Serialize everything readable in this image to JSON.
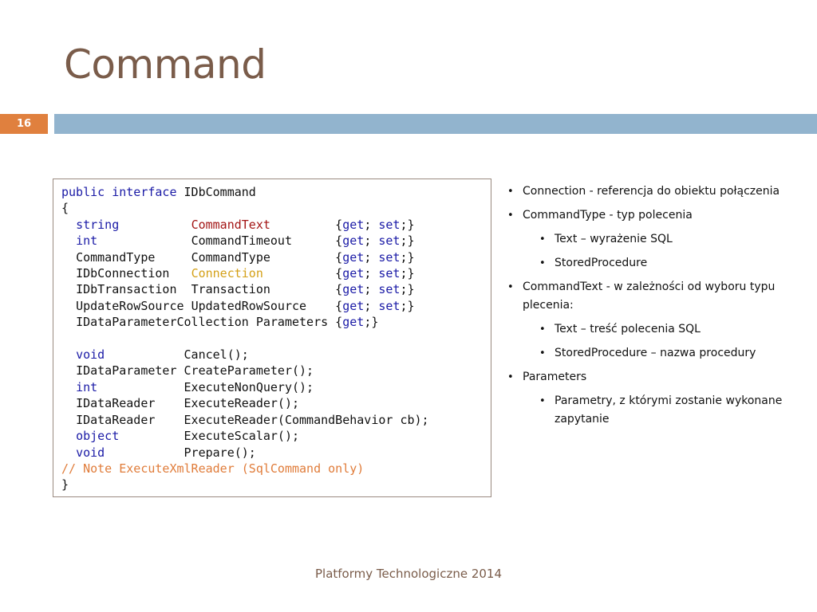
{
  "slide": {
    "title": "Command",
    "number": "16",
    "footer": "Platformy Technologiczne 2014"
  },
  "code": {
    "line1_kw": "public interface",
    "line1_rest": " IDbCommand",
    "open_brace": "{",
    "kw_string": "string",
    "member_commandtext": "CommandText",
    "kw_int": "int",
    "member_commandtimeout": "CommandTimeout",
    "type_commandtype": "CommandType",
    "member_commandtype": "CommandType",
    "type_idbconnection": "IDbConnection",
    "member_connection": "Connection",
    "type_idbtransaction": "IDbTransaction",
    "member_transaction": "Transaction",
    "type_updaterowsource": "UpdateRowSource",
    "member_updatedrowsource": "UpdatedRowSource",
    "type_idataparametercollection": "IDataParameterCollection",
    "member_parameters": "Parameters",
    "get": "get",
    "set": "set",
    "kw_void": "void",
    "m_cancel": "Cancel();",
    "type_idataparameter": "IDataParameter",
    "m_createparameter": "CreateParameter();",
    "m_executenonquery": "ExecuteNonQuery();",
    "type_idatareader": "IDataReader",
    "m_executereader": "ExecuteReader();",
    "m_executereader_cb": "ExecuteReader(CommandBehavior cb);",
    "kw_object": "object",
    "m_executescalar": "ExecuteScalar();",
    "m_prepare": "Prepare();",
    "comment": "// Note ExecuteXmlReader (SqlCommand only)",
    "close_brace": "}"
  },
  "bullets": [
    {
      "text": "Connection  - referencja do obiektu połączenia"
    },
    {
      "text": "CommandType - typ polecenia"
    },
    {
      "text": "Text – wyrażenie SQL"
    },
    {
      "text": "StoredProcedure"
    },
    {
      "text": "CommandText  - w zależności od wyboru typu plecenia:"
    },
    {
      "text": "Text – treść polecenia SQL"
    },
    {
      "text": "StoredProcedure – nazwa procedury"
    },
    {
      "text": "Parameters"
    },
    {
      "text": "Parametry, z którymi zostanie wykonane zapytanie"
    }
  ]
}
